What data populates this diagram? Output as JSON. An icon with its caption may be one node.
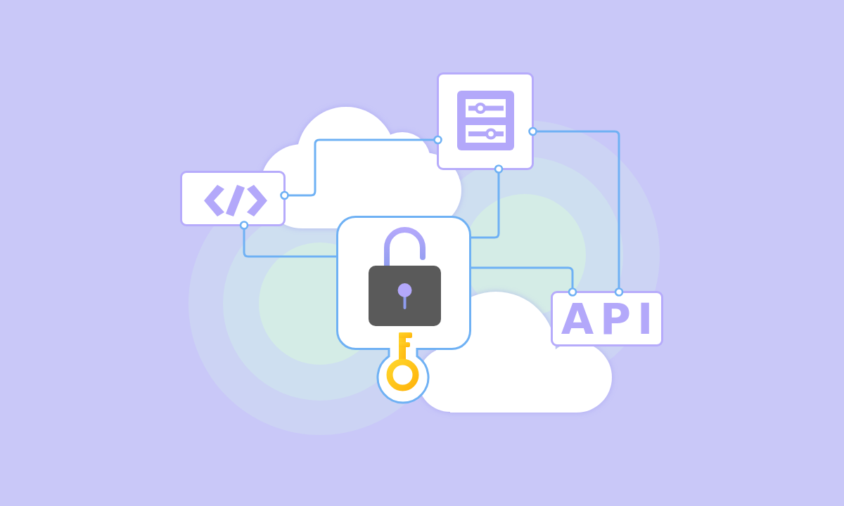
{
  "diagram": {
    "nodes": [
      {
        "text": [],
        "shape": "box"
      },
      {
        "text": [],
        "shape": "box"
      },
      {
        "text": [],
        "shape": "box"
      },
      {
        "text": [
          "API"
        ]
      }
    ],
    "edges": [
      {
        "from": 1,
        "to": 0,
        "arrow": "other"
      },
      {
        "from": 1,
        "to": 2,
        "arrow": "other"
      },
      {
        "from": 0,
        "to": 2,
        "arrow": "other"
      },
      {
        "from": 0,
        "to": 3,
        "arrow": "other"
      },
      {
        "from": 3,
        "to": 2,
        "arrow": "other"
      }
    ]
  }
}
